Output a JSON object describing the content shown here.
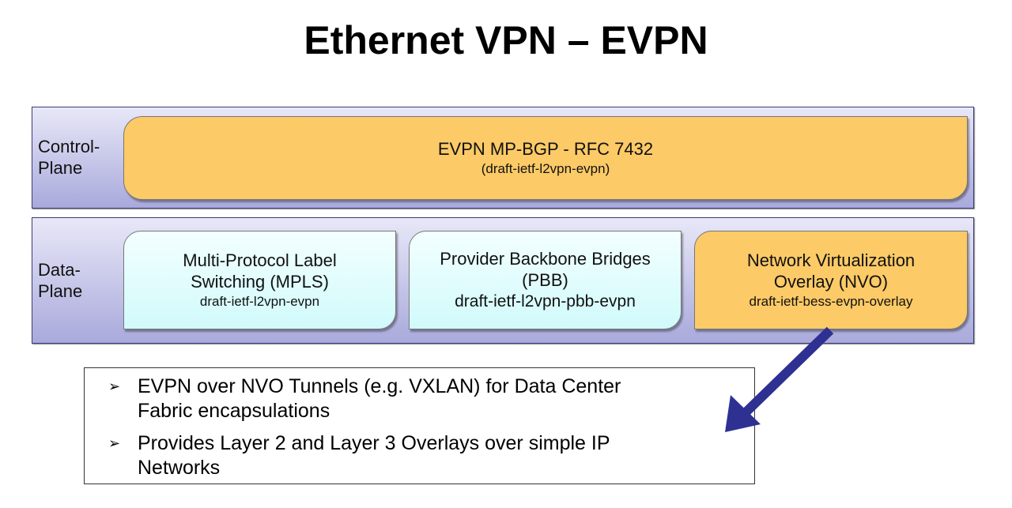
{
  "title": "Ethernet VPN – EVPN",
  "control_plane": {
    "label_line1": "Control-",
    "label_line2": "Plane",
    "box": {
      "title": "EVPN MP-BGP - RFC 7432",
      "subtitle": "(draft-ietf-l2vpn-evpn)"
    }
  },
  "data_plane": {
    "label_line1": "Data-",
    "label_line2": "Plane",
    "boxes": [
      {
        "line1": "Multi-Protocol Label",
        "line2": "Switching (MPLS)",
        "draft": "draft-ietf-l2vpn-evpn"
      },
      {
        "line1": "Provider Backbone Bridges",
        "line2": "(PBB)",
        "draft": "draft-ietf-l2vpn-pbb-evpn"
      },
      {
        "line1": "Network Virtualization",
        "line2": "Overlay (NVO)",
        "draft": "draft-ietf-bess-evpn-overlay"
      }
    ]
  },
  "bullets": {
    "marker": "➢",
    "items": [
      {
        "line1": "EVPN over NVO Tunnels (e.g. VXLAN) for Data Center",
        "line2": "Fabric encapsulations"
      },
      {
        "line1": "Provides Layer 2 and Layer 3 Overlays over simple IP",
        "line2": "Networks"
      }
    ]
  },
  "colors": {
    "orange": "#fcca66",
    "arrow": "#2e3192"
  }
}
